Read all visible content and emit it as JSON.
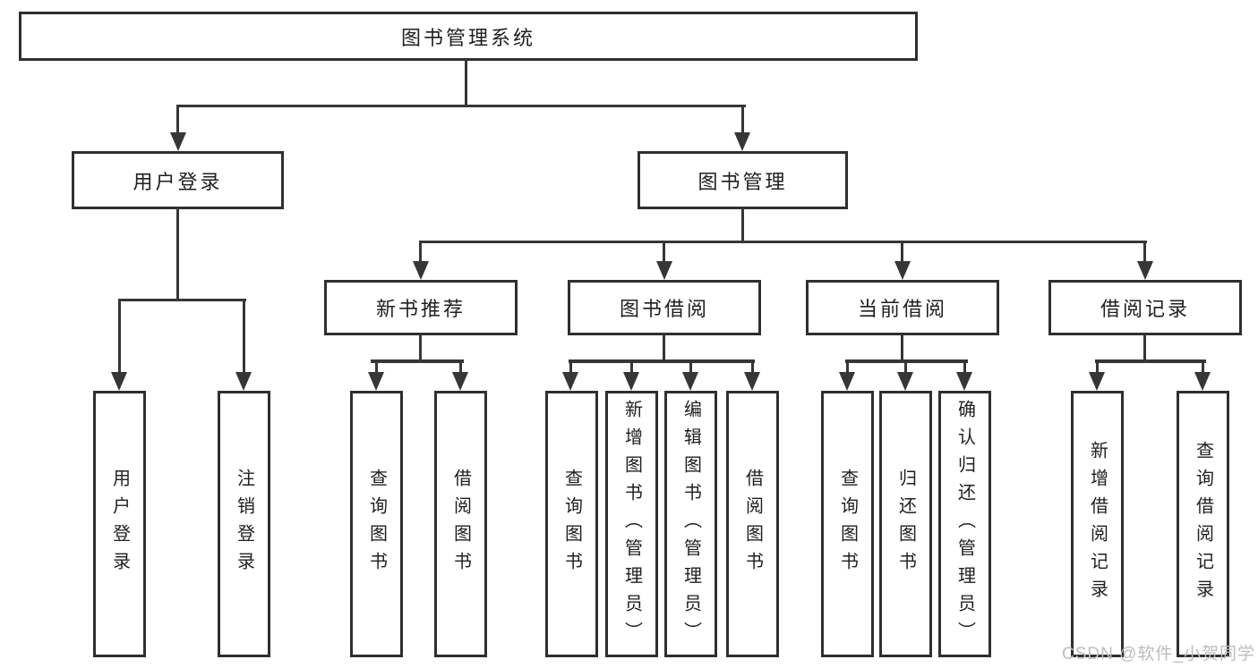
{
  "diagram": {
    "title": "图书管理系统",
    "root": {
      "label": "图书管理系统"
    },
    "branches": [
      {
        "label": "用户登录",
        "children": [
          {
            "label": "用户登录"
          },
          {
            "label": "注销登录"
          }
        ]
      },
      {
        "label": "图书管理",
        "children": [
          {
            "label": "新书推荐",
            "children": [
              {
                "label": "查询图书"
              },
              {
                "label": "借阅图书"
              }
            ]
          },
          {
            "label": "图书借阅",
            "children": [
              {
                "label": "查询图书"
              },
              {
                "label": "新增图书（管理员）"
              },
              {
                "label": "编辑图书（管理员）"
              },
              {
                "label": "借阅图书"
              }
            ]
          },
          {
            "label": "当前借阅",
            "children": [
              {
                "label": "查询图书"
              },
              {
                "label": "归还图书"
              },
              {
                "label": "确认归还（管理员）"
              }
            ]
          },
          {
            "label": "借阅记录",
            "children": [
              {
                "label": "新增借阅记录"
              },
              {
                "label": "查询借阅记录"
              }
            ]
          }
        ]
      }
    ]
  },
  "watermark": {
    "text": "CSDN @软件_小贺同学"
  },
  "colors": {
    "line": "#363636",
    "box_border": "#2f2f2f",
    "text": "#1f1f1f",
    "watermark": "#bdbdbd",
    "background": "#ffffff"
  }
}
